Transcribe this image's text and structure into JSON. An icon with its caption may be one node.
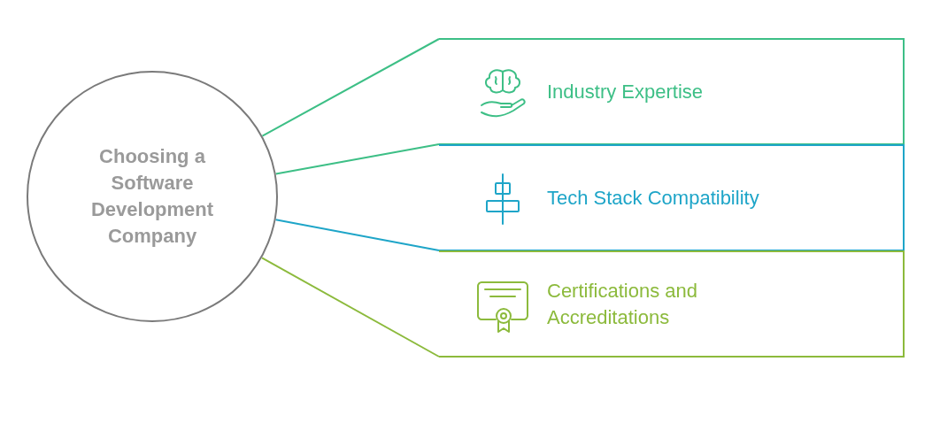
{
  "diagram": {
    "nodes": [
      {
        "text": [
          "Choosing a Software Development Company"
        ]
      },
      {
        "text": [
          "Industry Expertise"
        ]
      },
      {
        "text": [
          "Tech Stack Compatibility"
        ]
      },
      {
        "text": [
          "Certifications and Accreditations"
        ]
      }
    ],
    "edges": [
      {
        "from": 0,
        "to": 1,
        "arrow": "none",
        "color": "#3dbf86"
      },
      {
        "from": 0,
        "to": 2,
        "arrow": "none",
        "color": "#1ea5c8"
      },
      {
        "from": 0,
        "to": 3,
        "arrow": "none",
        "color": "#8cba3c"
      }
    ]
  }
}
